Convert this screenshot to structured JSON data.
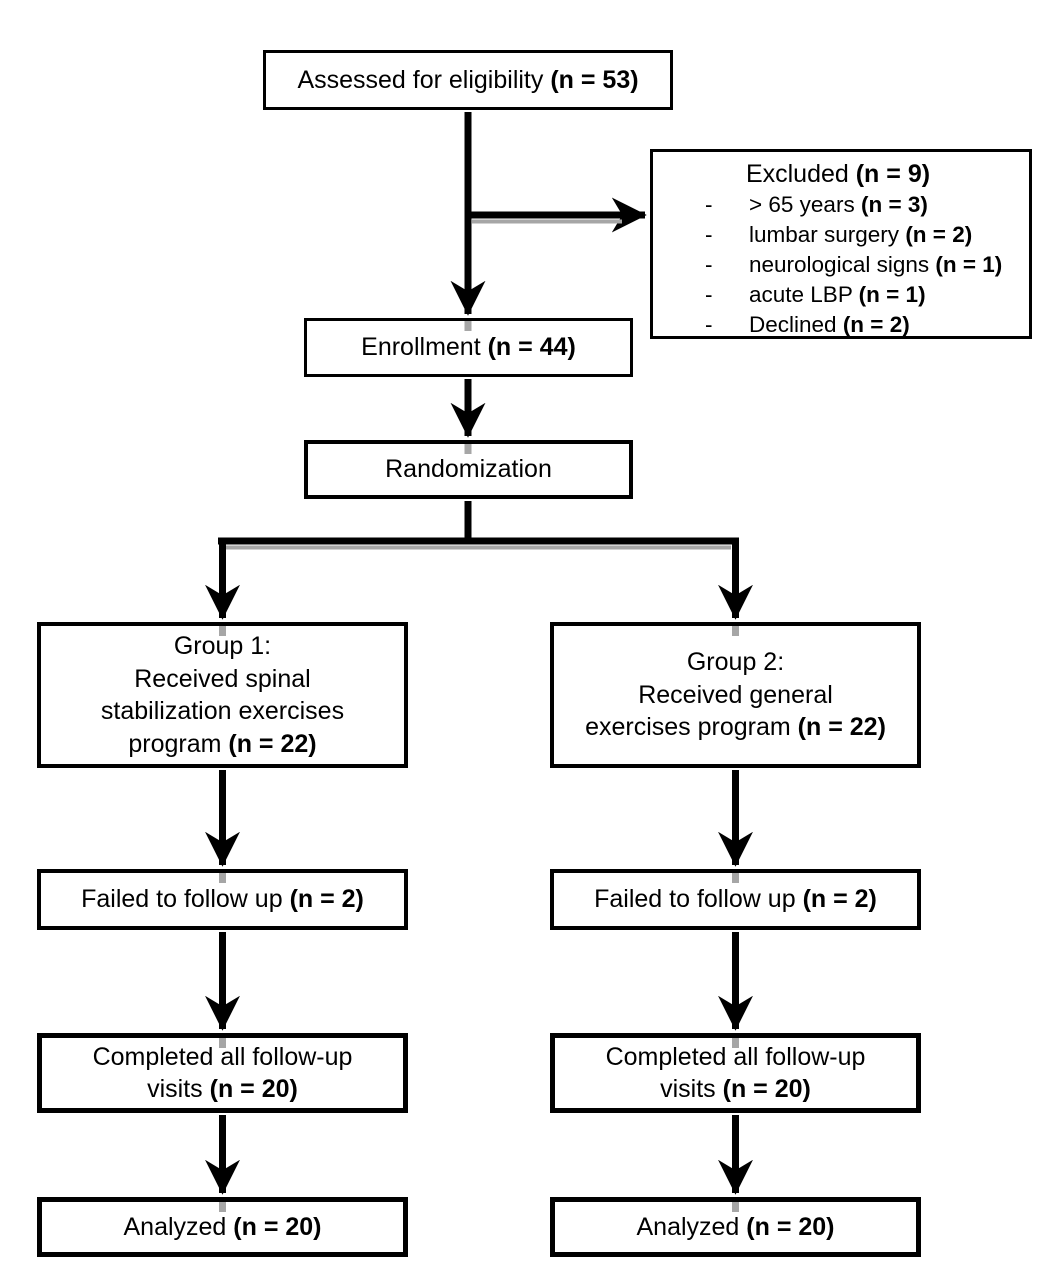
{
  "colors": {
    "ink": "#000000",
    "shadow": "#a6a6a6",
    "paper": "#ffffff"
  },
  "boxes": {
    "assessed": {
      "segments": [
        {
          "t": "Assessed for eligibility "
        },
        {
          "t": "(n = 53)",
          "b": true
        }
      ]
    },
    "excluded": {
      "title": [
        {
          "t": "Excluded "
        },
        {
          "t": "(n = 9)",
          "b": true
        }
      ],
      "items": [
        {
          "bullet": "-",
          "segments": [
            {
              "t": "> 65 years "
            },
            {
              "t": "(n = 3)",
              "b": true
            }
          ]
        },
        {
          "bullet": "-",
          "segments": [
            {
              "t": "lumbar surgery "
            },
            {
              "t": "(n = 2)",
              "b": true
            }
          ]
        },
        {
          "bullet": "-",
          "segments": [
            {
              "t": "neurological signs "
            },
            {
              "t": "(n = 1)",
              "b": true
            }
          ]
        },
        {
          "bullet": "-",
          "segments": [
            {
              "t": "acute LBP "
            },
            {
              "t": "(n = 1)",
              "b": true
            }
          ]
        },
        {
          "bullet": "-",
          "segments": [
            {
              "t": "Declined "
            },
            {
              "t": "(n = 2)",
              "b": true
            }
          ]
        }
      ]
    },
    "enrollment": {
      "segments": [
        {
          "t": "Enrollment "
        },
        {
          "t": "(n = 44)",
          "b": true
        }
      ]
    },
    "randomization": {
      "segments": [
        {
          "t": "Randomization"
        }
      ]
    },
    "group1": {
      "segments": [
        {
          "t": "Group 1:\nReceived spinal\nstabilization exercises\nprogram "
        },
        {
          "t": "(n = 22)",
          "b": true
        }
      ]
    },
    "group2": {
      "segments": [
        {
          "t": "Group 2:\nReceived general\nexercises program "
        },
        {
          "t": "(n = 22)",
          "b": true
        }
      ]
    },
    "failed_left": {
      "segments": [
        {
          "t": "Failed to follow up "
        },
        {
          "t": "(n = 2)",
          "b": true
        }
      ]
    },
    "failed_right": {
      "segments": [
        {
          "t": "Failed to follow up "
        },
        {
          "t": "(n = 2)",
          "b": true
        }
      ]
    },
    "completed_left": {
      "segments": [
        {
          "t": "Completed all follow-up\nvisits "
        },
        {
          "t": "(n = 20)",
          "b": true
        }
      ]
    },
    "completed_right": {
      "segments": [
        {
          "t": "Completed all follow-up\nvisits "
        },
        {
          "t": "(n = 20)",
          "b": true
        }
      ]
    },
    "analyzed_left": {
      "segments": [
        {
          "t": "Analyzed "
        },
        {
          "t": "(n = 20)",
          "b": true
        }
      ]
    },
    "analyzed_right": {
      "segments": [
        {
          "t": "Analyzed "
        },
        {
          "t": "(n = 20)",
          "b": true
        }
      ]
    }
  }
}
